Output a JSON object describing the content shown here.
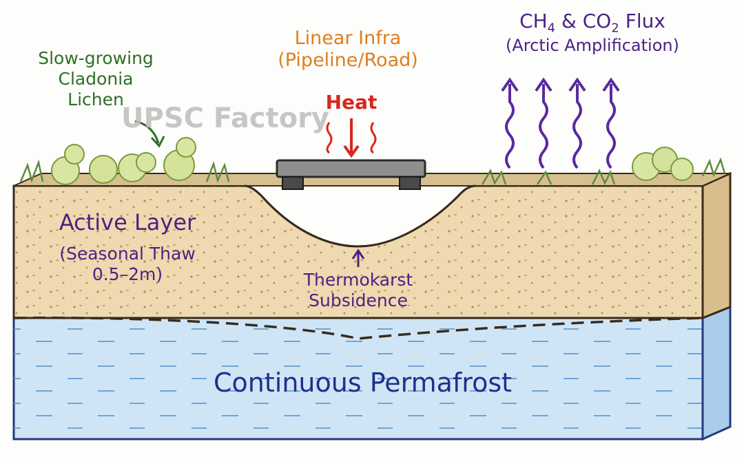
{
  "watermark": "UPSC Factory",
  "labels": {
    "lichen_line1": "Slow-growing",
    "lichen_line2": "Cladonia",
    "lichen_line3": "Lichen",
    "infra_line1": "Linear Infra",
    "infra_line2": "(Pipeline/Road)",
    "heat": "Heat",
    "flux_prefix": "CH",
    "flux_sub1": "4",
    "flux_mid": " & CO",
    "flux_sub2": "2",
    "flux_suffix": " Flux",
    "flux_line2": "(Arctic Amplification)",
    "active_title": "Active Layer",
    "active_line2": "(Seasonal Thaw",
    "active_line3": "0.5–2m)",
    "thermokarst_line1": "Thermokarst",
    "thermokarst_line2": "Subsidence",
    "permafrost": "Continuous Permafrost"
  },
  "colors": {
    "lichen_text": "#2f6f28",
    "infra_text": "#e07d1f",
    "heat": "#d7261e",
    "flux": "#5a2aa0",
    "active_layer_fill": "#efd9b0",
    "permafrost_fill": "#cfe5f5",
    "permafrost_text": "#1f2f8c",
    "outline": "#3a2a1a"
  }
}
